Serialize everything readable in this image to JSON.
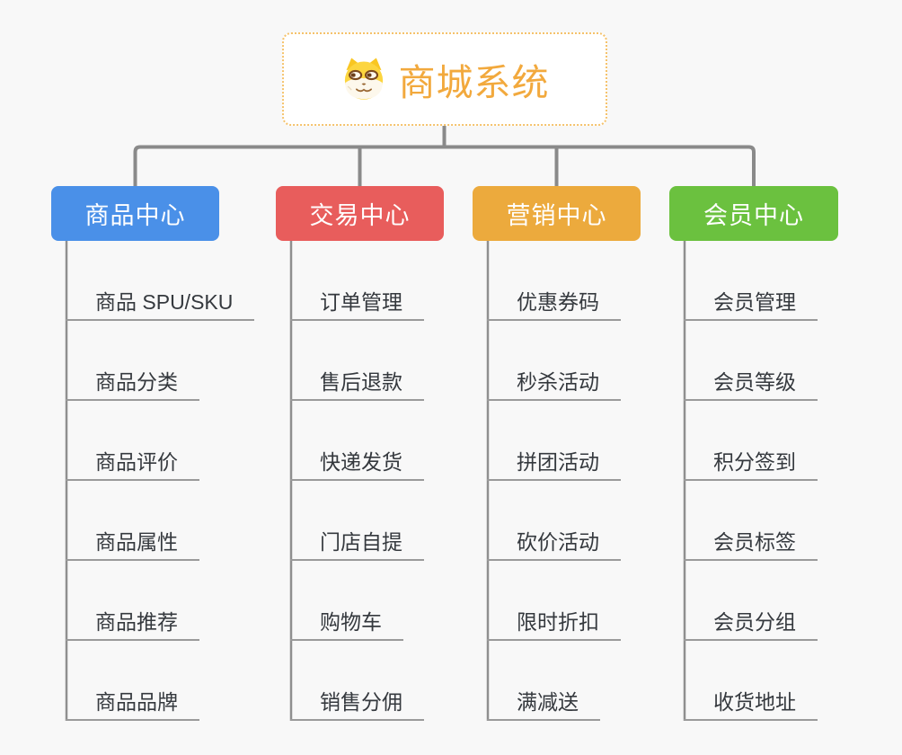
{
  "diagram": {
    "root": {
      "title": "商城系统",
      "icon": "shiba-dog-icon"
    },
    "branches": [
      {
        "label": "商品中心",
        "color": "#4A90E8",
        "children": [
          "商品 SPU/SKU",
          "商品分类",
          "商品评价",
          "商品属性",
          "商品推荐",
          "商品品牌"
        ]
      },
      {
        "label": "交易中心",
        "color": "#E85D5C",
        "children": [
          "订单管理",
          "售后退款",
          "快递发货",
          "门店自提",
          "购物车",
          "销售分佣"
        ]
      },
      {
        "label": "营销中心",
        "color": "#ECAA3D",
        "children": [
          "优惠券码",
          "秒杀活动",
          "拼团活动",
          "砍价活动",
          "限时折扣",
          "满减送"
        ]
      },
      {
        "label": "会员中心",
        "color": "#6BC13F",
        "children": [
          "会员管理",
          "会员等级",
          "积分签到",
          "会员标签",
          "会员分组",
          "收货地址"
        ]
      }
    ],
    "colors": {
      "background": "#F8F8F8",
      "connector": "#8A8A8A",
      "trunk": "#8F8F8F",
      "underline": "#9A9A9A",
      "child_text": "#35393E",
      "root_border": "#F5C26B",
      "root_text": "#F2A93D",
      "branch_text": "#FFFFFF"
    }
  }
}
